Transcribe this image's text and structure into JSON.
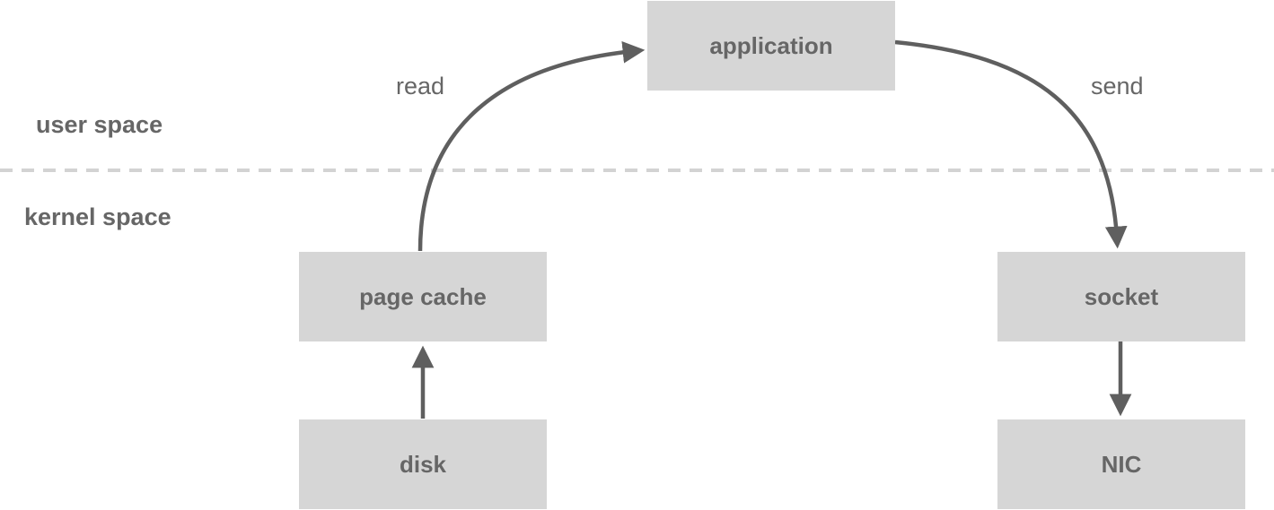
{
  "colors": {
    "box_fill": "#d6d6d6",
    "text": "#666666",
    "arrow": "#5f5f5f",
    "divider": "#d3d3d3"
  },
  "regions": {
    "user_label": "user space",
    "kernel_label": "kernel space"
  },
  "nodes": {
    "application": "application",
    "page_cache": "page cache",
    "disk": "disk",
    "socket": "socket",
    "nic": "NIC"
  },
  "edges": {
    "read_label": "read",
    "send_label": "send"
  }
}
